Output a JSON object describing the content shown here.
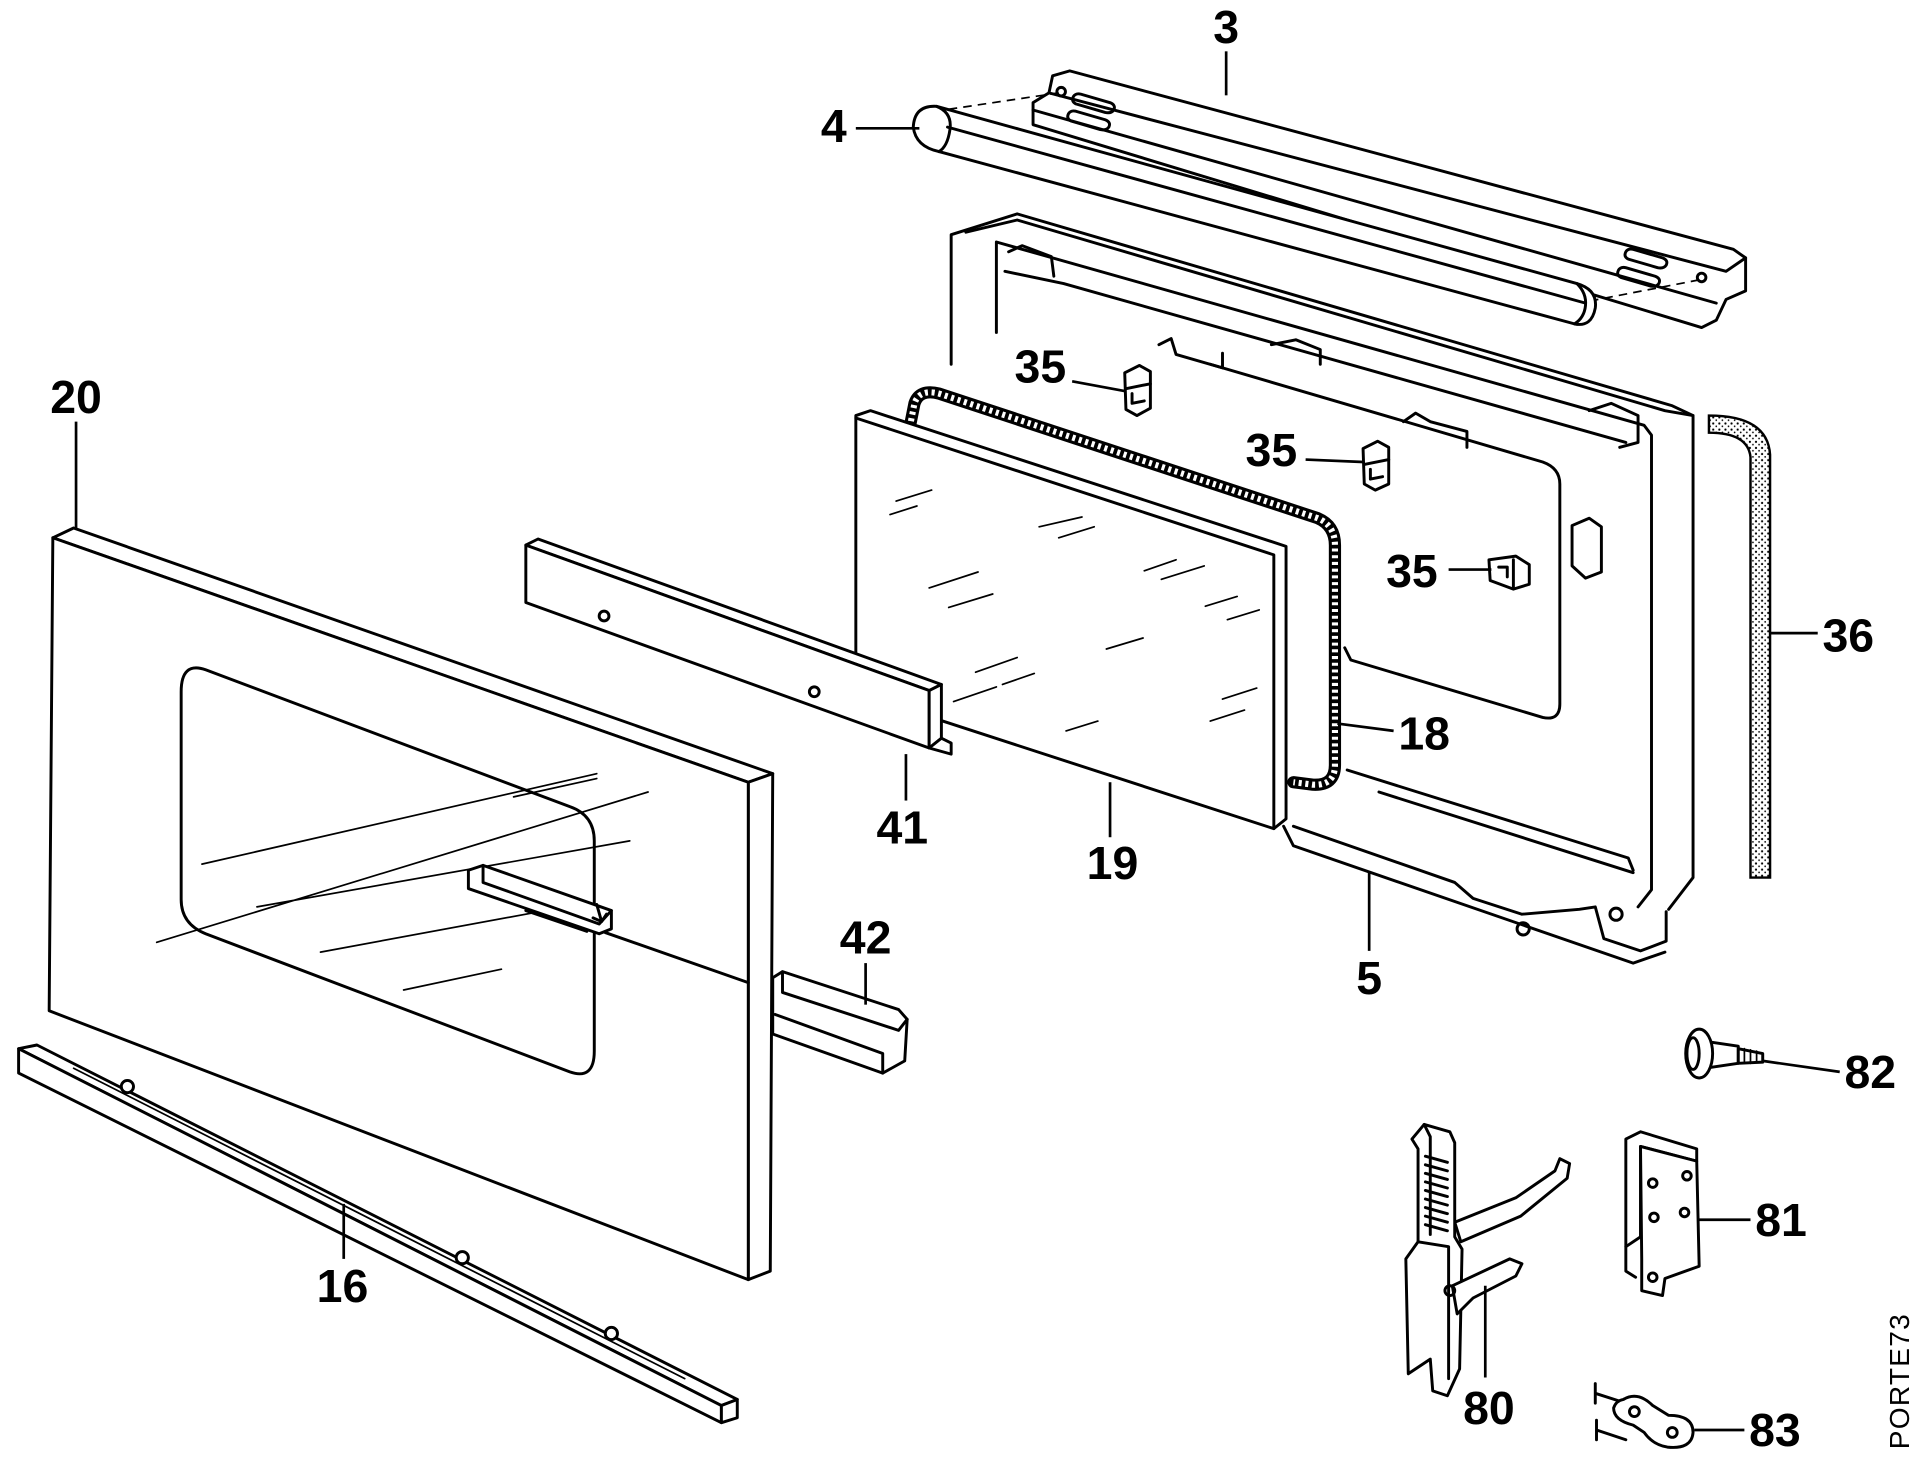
{
  "colors": {
    "ink": "#000000",
    "paper": "#ffffff"
  },
  "callouts": [
    "3",
    "4",
    "20",
    "35",
    "35",
    "35",
    "36",
    "18",
    "41",
    "19",
    "42",
    "5",
    "82",
    "81",
    "16",
    "80",
    "83"
  ],
  "reference_code": "PORTE73"
}
